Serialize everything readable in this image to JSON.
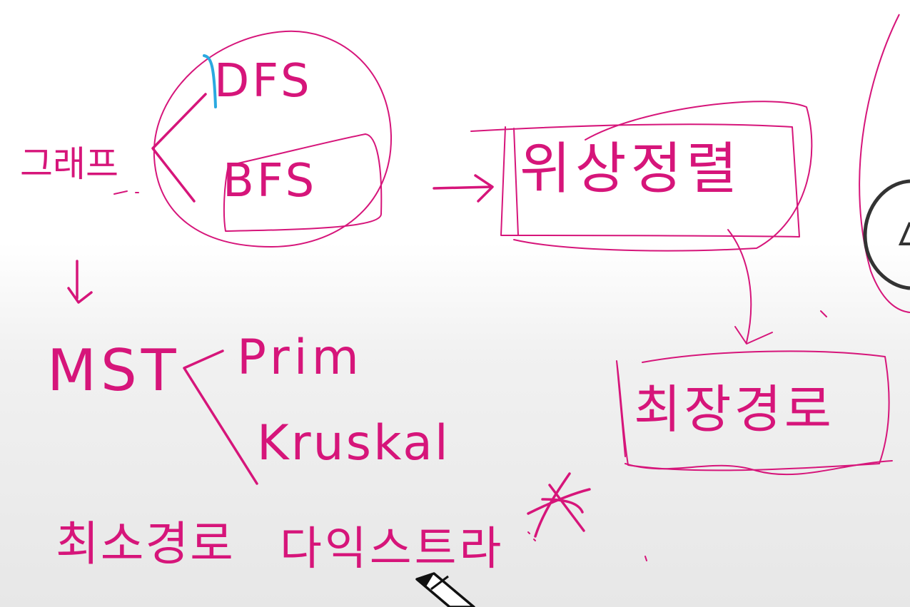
{
  "ink_color": "#d6157a",
  "accent_color": "#2aa9e0",
  "nodes": {
    "graph": "그래프",
    "dfs": "DFS",
    "bfs": "BFS",
    "topological_sort": "위상정렬",
    "longest_path": "최장경로",
    "mst": "MST",
    "prim": "Prim",
    "kruskal": "Kruskal",
    "shortest_path": "최소경로",
    "dijkstra": "다익스트라"
  },
  "icons": [
    "pencil-cursor-icon",
    "circled-number-icon"
  ]
}
